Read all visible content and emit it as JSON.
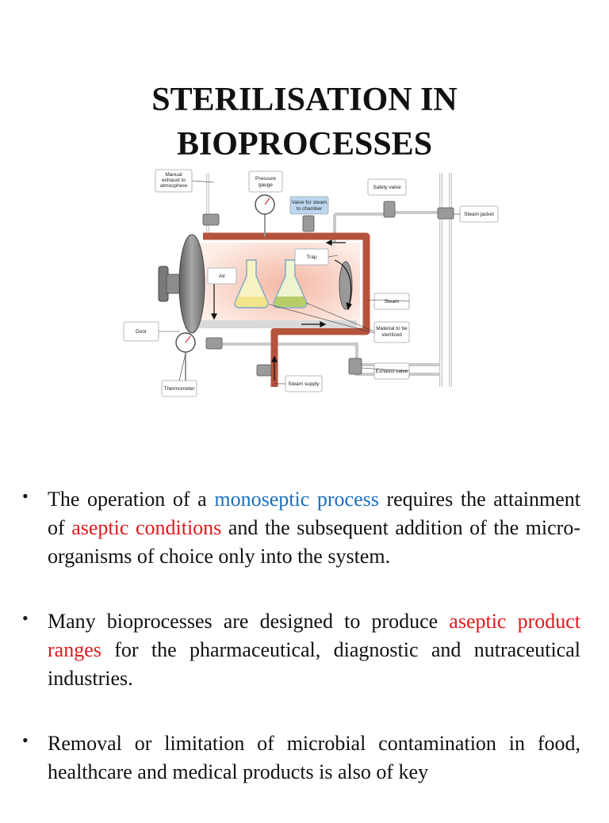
{
  "slide": {
    "title_line1": "STERILISATION IN",
    "title_line2": "BIOPROCESSES"
  },
  "diagram": {
    "labels": {
      "manual_exhaust_1": "Manual",
      "manual_exhaust_2": "exhaust to",
      "manual_exhaust_3": "atmosphere",
      "pressure_gauge_1": "Pressure",
      "pressure_gauge_2": "gauge",
      "valve_steam_1": "Valve for steam",
      "valve_steam_2": "to chamber",
      "safety_valve": "Safety valve",
      "steam_jacket": "Steam jacket",
      "trap": "Trap",
      "air": "Air",
      "steam": "Steam",
      "door": "Door",
      "material_1": "Material to be",
      "material_2": "sterilized",
      "thermometer": "Thermometer",
      "exhaust_valve": "Exhaust valve",
      "steam_supply": "Steam supply"
    }
  },
  "bullets": [
    {
      "parts": [
        {
          "text": "The operation of a ",
          "color": "default"
        },
        {
          "text": "monoseptic process",
          "color": "blue"
        },
        {
          "text": " requires the attainment of ",
          "color": "default"
        },
        {
          "text": "aseptic conditions",
          "color": "red"
        },
        {
          "text": " and the subsequent addition of the micro-organisms of choice only into the system.",
          "color": "default"
        }
      ]
    },
    {
      "parts": [
        {
          "text": "Many bioprocesses are designed to produce ",
          "color": "default"
        },
        {
          "text": "aseptic product ranges",
          "color": "red"
        },
        {
          "text": " for the pharmaceutical, diagnostic and nutraceutical industries.",
          "color": "default"
        }
      ]
    },
    {
      "parts": [
        {
          "text": "Removal or limitation of microbial contamination in food, healthcare and medical products is also of key",
          "color": "default"
        }
      ]
    }
  ],
  "bullet_glyph": "•",
  "colors": {
    "blue": "#1a6fc0",
    "red": "#e0191b",
    "pipe": "#b5533d"
  }
}
